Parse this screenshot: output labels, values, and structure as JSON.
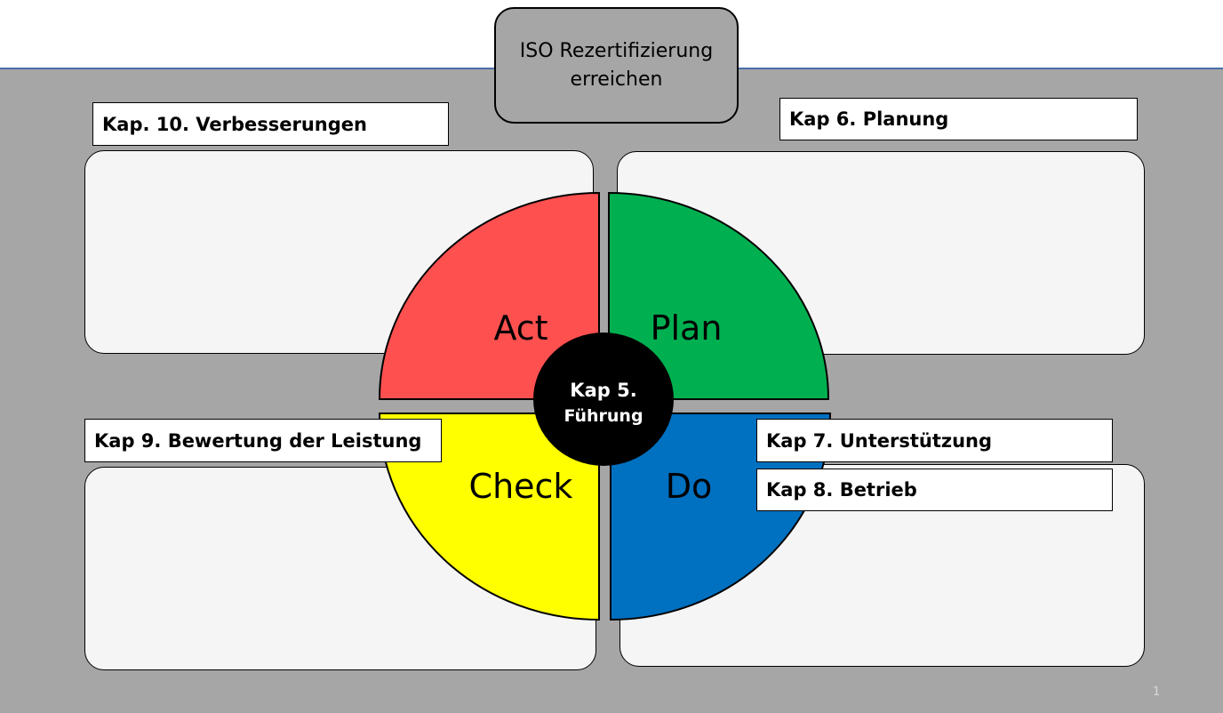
{
  "goal": {
    "line1": "ISO Rezertifizierung",
    "line2": "erreichen"
  },
  "labels": {
    "kap10": "Kap. 10. Verbesserungen",
    "kap6": "Kap 6. Planung",
    "kap9": "Kap 9. Bewertung der Leistung",
    "kap7": "Kap 7. Unterstützung",
    "kap8": "Kap 8. Betrieb"
  },
  "cycle": {
    "act": "Act",
    "plan": "Plan",
    "check": "Check",
    "do": "Do",
    "center_line1": "Kap 5.",
    "center_line2": "Führung"
  },
  "colors": {
    "act": "#ff5050",
    "plan": "#00b050",
    "check": "#ffff00",
    "do": "#0070c0",
    "center": "#000000",
    "background": "#a6a6a6",
    "panel": "#f5f5f5"
  },
  "page_number": "1"
}
